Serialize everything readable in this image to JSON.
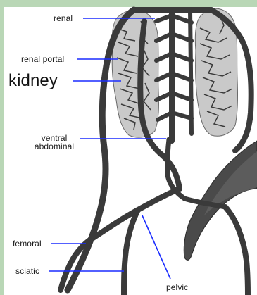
{
  "colors": {
    "frame": "#b9d7b6",
    "background": "#ffffff",
    "vessel": "#3a3a3a",
    "kidney_fill": "#c9c9c9",
    "pointer_line": "#1a2cff",
    "text": "#1a1a1a"
  },
  "labels": {
    "renal": "renal",
    "renal_portal": "renal portal",
    "kidney": "kidney",
    "ventral_abdominal_line1": "ventral",
    "ventral_abdominal_line2": "abdominal",
    "femoral": "femoral",
    "sciatic": "sciatic",
    "pelvic": "pelvic"
  }
}
